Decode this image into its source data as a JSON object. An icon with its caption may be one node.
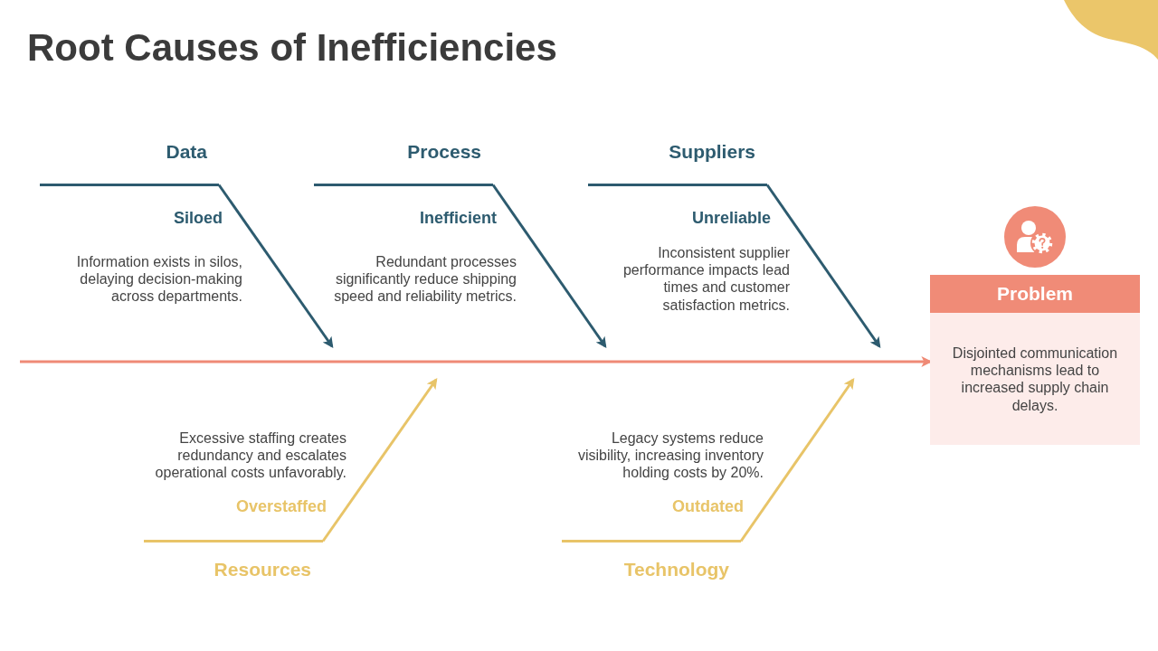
{
  "diagram": {
    "title": "Root Causes of Inefficiencies",
    "nodes": [
      {
        "text": [
          "Data"
        ],
        "beside": [
          "Siloed",
          "Information exists in silos, delaying decision-making across departments."
        ]
      },
      {
        "text": [
          "Process"
        ],
        "beside": [
          "Inefficient",
          "Redundant processes significantly reduce shipping speed and reliability metrics."
        ]
      },
      {
        "text": [
          "Suppliers"
        ],
        "beside": [
          "Unreliable",
          "Inconsistent supplier performance impacts lead times and customer satisfaction metrics."
        ]
      },
      {
        "text": [
          "Problem",
          "Disjointed communication mechanisms lead to increased supply chain delays."
        ]
      },
      {
        "text": [
          "Resources"
        ],
        "beside": [
          "Excessive staffing creates redundancy and escalates operational costs unfavorably.",
          "Overstaffed"
        ]
      },
      {
        "text": [
          "Technology"
        ],
        "beside": [
          "Legacy systems reduce visibility, increasing inventory holding costs by 20%.",
          "Outdated"
        ]
      }
    ],
    "edges": [
      {
        "from": 0,
        "to": null,
        "arrow": "to"
      },
      {
        "from": 1,
        "to": null,
        "arrow": "to"
      },
      {
        "from": 2,
        "to": null,
        "arrow": "to"
      },
      {
        "from": 4,
        "to": null,
        "arrow": "to",
        "color": "#e8c468"
      },
      {
        "from": 5,
        "to": null,
        "arrow": "to",
        "color": "#e8c468"
      },
      {
        "from": null,
        "to": 3,
        "arrow": "to",
        "color": "#ef8a76"
      }
    ]
  }
}
